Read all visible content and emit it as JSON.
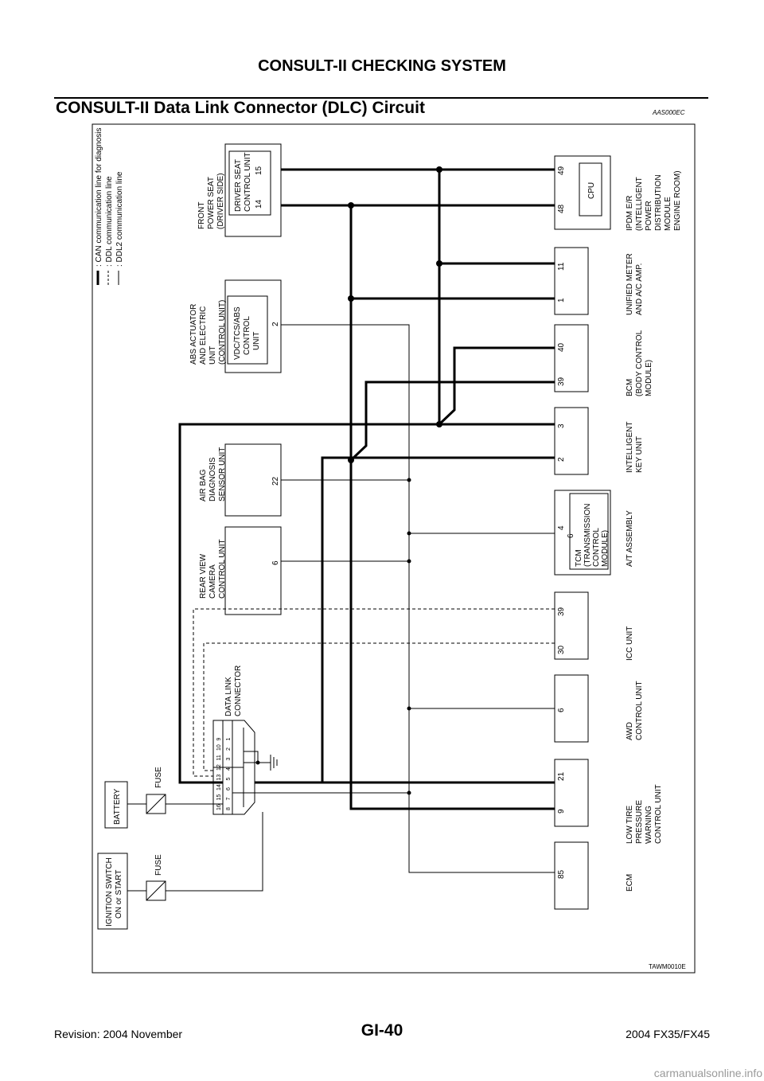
{
  "header": {
    "title": "CONSULT-II CHECKING SYSTEM"
  },
  "section": {
    "title": "CONSULT-II Data Link Connector (DLC) Circuit",
    "code": "AAS000EC"
  },
  "legend": {
    "can": ": CAN communication line for diagnosis",
    "ddl": ": DDL communication line",
    "ddl2": ": DDL2 communication line"
  },
  "power": {
    "ignition_switch": [
      "IGNITION SWITCH",
      "ON or START"
    ],
    "battery": "BATTERY",
    "fuse1": "FUSE",
    "fuse2": "FUSE"
  },
  "dlc": {
    "label": [
      "DATA LINK",
      "CONNECTOR"
    ],
    "top_pins": [
      "16",
      "15",
      "14",
      "13",
      "12",
      "11",
      "10",
      "9"
    ],
    "bottom_pins": [
      "8",
      "7",
      "6",
      "5",
      "4",
      "3",
      "2",
      "1"
    ]
  },
  "top_units": {
    "rear_view_camera": {
      "label": [
        "REAR VIEW",
        "CAMERA",
        "CONTROL UNIT"
      ],
      "pin": "6"
    },
    "air_bag": {
      "label": [
        "AIR BAG",
        "DIAGNOSIS",
        "SENSOR UNIT"
      ],
      "pin": "22"
    },
    "abs": {
      "label": [
        "ABS ACTUATOR",
        "AND ELECTRIC",
        "UNIT",
        "(CONTROL UNIT)"
      ],
      "inner": [
        "VDC/TCS/ABS",
        "CONTROL",
        "UNIT"
      ],
      "pin": "2"
    },
    "front_power_seat": {
      "label": [
        "FRONT",
        "POWER SEAT",
        "(DRIVER SIDE)"
      ],
      "inner": [
        "DRIVER SEAT",
        "CONTROL UNIT"
      ],
      "pins": [
        "14",
        "15"
      ]
    }
  },
  "bottom_units": {
    "ecm": {
      "label": [
        "ECM"
      ],
      "pins": [
        "85"
      ]
    },
    "low_tire": {
      "label": [
        "LOW TIRE",
        "PRESSURE",
        "WARNING",
        "CONTROL UNIT"
      ],
      "pins": [
        "9",
        "21"
      ]
    },
    "awd": {
      "label": [
        "AWD",
        "CONTROL UNIT"
      ],
      "pins": [
        "6"
      ]
    },
    "icc": {
      "label": [
        "ICC UNIT"
      ],
      "pins": [
        "30",
        "39"
      ]
    },
    "at_assembly": {
      "label": [
        "A/T ASSEMBLY"
      ],
      "inner": [
        "TCM",
        "(TRANSMISSION",
        "CONTROL",
        "MODULE)"
      ],
      "pins": [
        "4",
        "6"
      ]
    },
    "intelligent_key": {
      "label": [
        "INTELLIGENT",
        "KEY UNIT"
      ],
      "pins": [
        "2",
        "3"
      ]
    },
    "bcm": {
      "label": [
        "BCM",
        "(BODY CONTROL",
        "MODULE)"
      ],
      "pins": [
        "39",
        "40"
      ]
    },
    "meter": {
      "label": [
        "UNIFIED METER",
        "AND A/C AMP."
      ],
      "pins": [
        "1",
        "11"
      ]
    },
    "ipdm": {
      "label": [
        "IPDM E/R",
        "(INTELLIGENT",
        "POWER",
        "DISTRIBUTION",
        "MODULE",
        "ENGINE ROOM)"
      ],
      "inner": [
        "CPU"
      ],
      "pins": [
        "48",
        "49"
      ]
    }
  },
  "figure_code": "TAWM0010E",
  "footer": {
    "page": "GI-40",
    "revision": "Revision: 2004 November",
    "model": "2004 FX35/FX45"
  },
  "watermark": "carmanualsonline.info"
}
